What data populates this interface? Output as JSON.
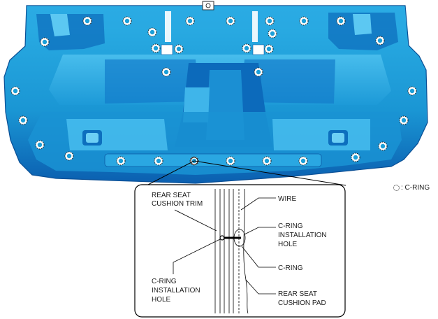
{
  "legend": {
    "symbol": "c-ring-dotted-circle",
    "label": ": C-RING"
  },
  "callouts": {
    "rear_seat_cushion_trim": [
      "REAR SEAT",
      "CUSHION TRIM"
    ],
    "wire": [
      "WIRE"
    ],
    "c_ring_installation_hole_right": [
      "C-RING",
      "INSTALLATION",
      "HOLE"
    ],
    "c_ring": [
      "C-RING"
    ],
    "c_ring_installation_hole_left": [
      "C-RING",
      "INSTALLATION",
      "HOLE"
    ],
    "rear_seat_cushion_pad": [
      "REAR SEAT",
      "CUSHION PAD"
    ]
  },
  "colors": {
    "pad_fill": "#1b9fd8",
    "pad_dark": "#0a62b0",
    "pad_light": "#5cc6f0",
    "ring_marker": "#1a1a1a"
  },
  "c_ring_count": 31
}
